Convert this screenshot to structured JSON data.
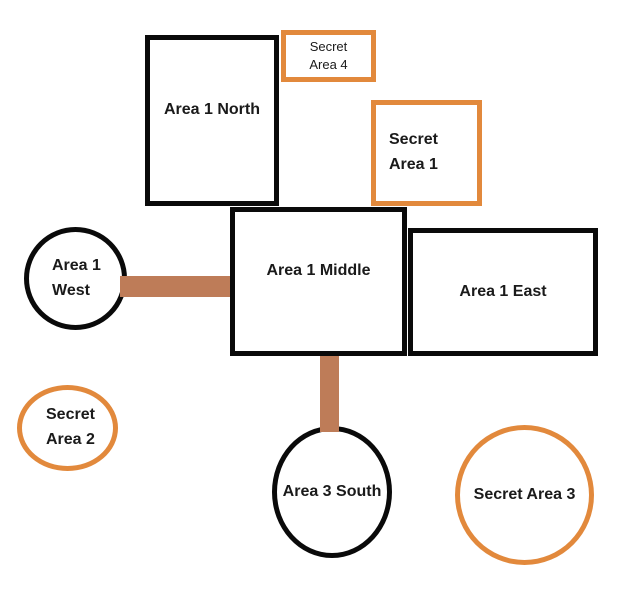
{
  "colors": {
    "area_outline": "#0a0a0a",
    "secret_area_outline": "#e2893c",
    "connector": "#be7c58",
    "background": "#ffffff",
    "text": "#1a1a1a"
  },
  "areas": {
    "area_1_north": {
      "label": "Area 1 North"
    },
    "secret_area_4": {
      "line1": "Secret",
      "line2": "Area 4"
    },
    "secret_area_1": {
      "line1": "Secret",
      "line2": "Area 1"
    },
    "area_1_middle": {
      "label": "Area 1 Middle"
    },
    "area_1_east": {
      "label": "Area 1 East"
    },
    "area_1_west": {
      "line1": "Area 1",
      "line2": "West"
    },
    "secret_area_2": {
      "line1": "Secret",
      "line2": "Area 2"
    },
    "area_3_south": {
      "label": "Area 3 South"
    },
    "secret_area_3": {
      "label": "Secret Area 3"
    }
  },
  "connectors": [
    {
      "from": "Area 1 West",
      "to": "Area 1 Middle",
      "orientation": "horizontal"
    },
    {
      "from": "Area 1 Middle",
      "to": "Area 3 South",
      "orientation": "vertical"
    }
  ]
}
